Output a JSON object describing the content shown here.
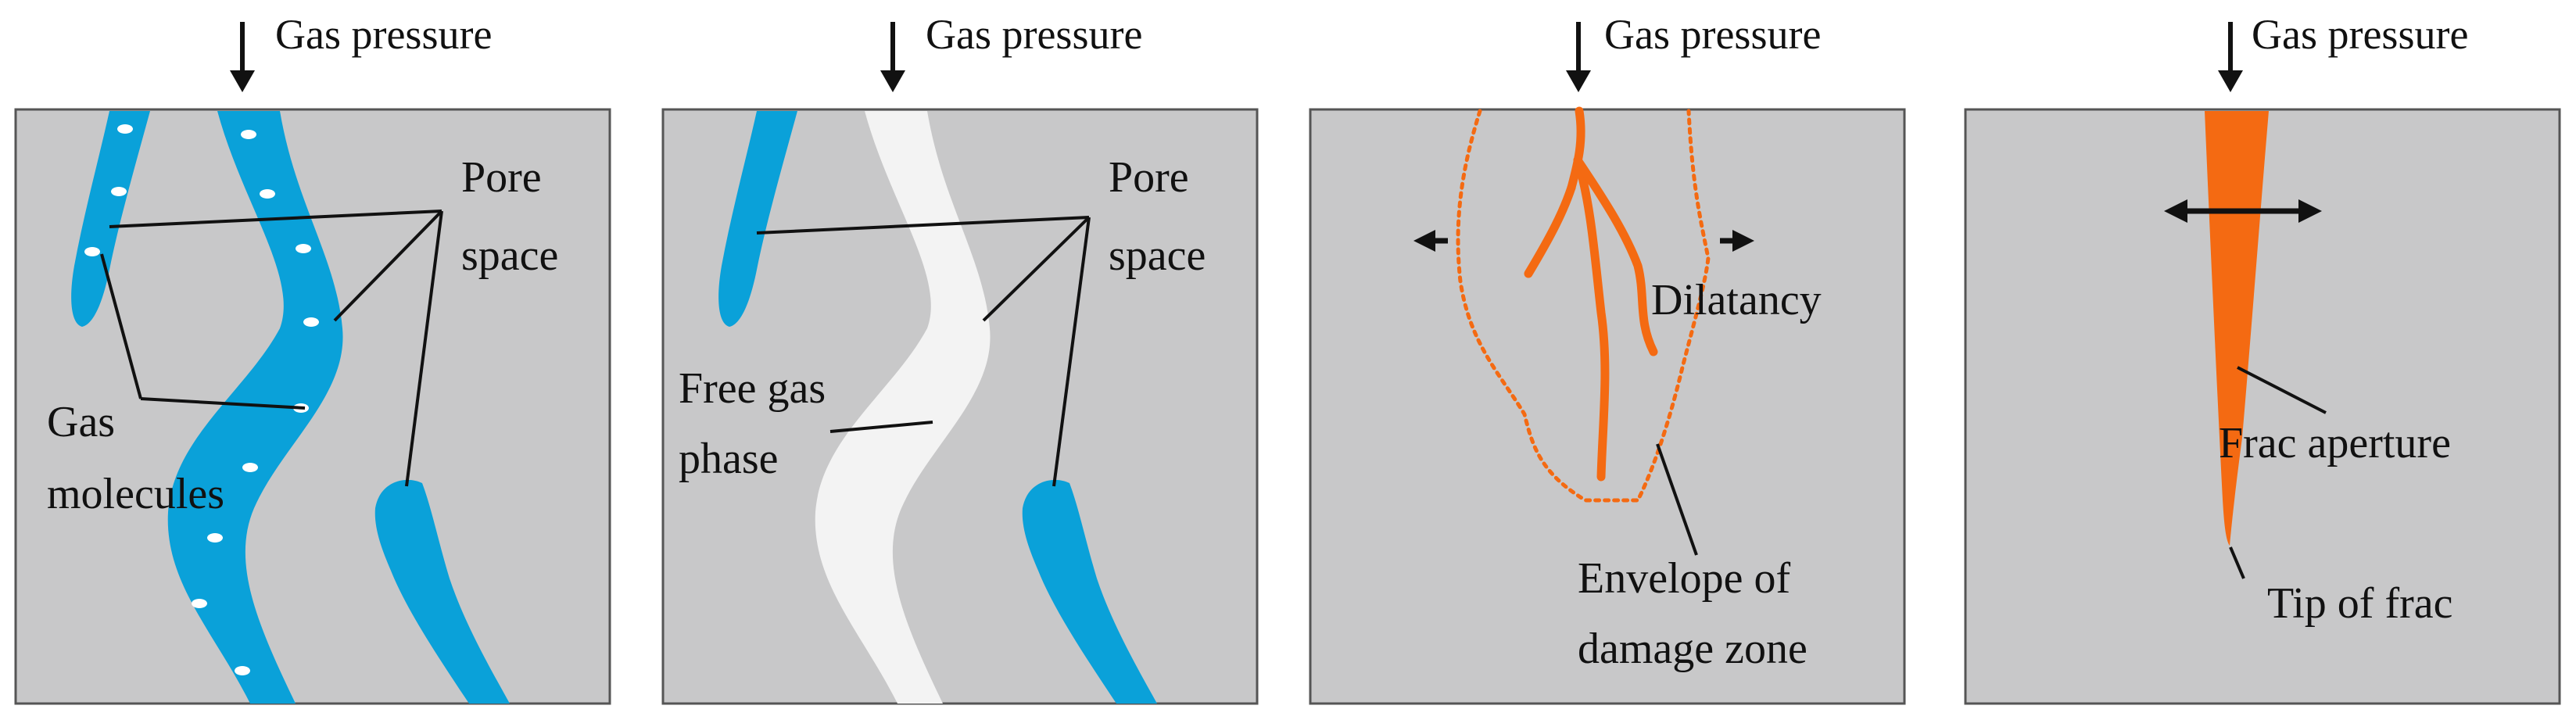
{
  "colors": {
    "panel_fill": "#c8c8c9",
    "panel_border": "#555555",
    "pore_blue": "#0aa1d9",
    "free_gas": "#f3f3f3",
    "fracture_orange": "#f46a12",
    "ink": "#111111"
  },
  "icons": {
    "pressure_arrow": "down-arrow-icon",
    "dilation_arrow": "double-headed-arrow-icon"
  },
  "panels": [
    {
      "pressure_label": "Gas pressure",
      "labels": {
        "pore_line1": "Pore",
        "pore_line2": "space",
        "molecules_line1": "Gas",
        "molecules_line2": "molecules"
      }
    },
    {
      "pressure_label": "Gas pressure",
      "labels": {
        "pore_line1": "Pore",
        "pore_line2": "space",
        "free_gas_line1": "Free gas",
        "free_gas_line2": "phase"
      }
    },
    {
      "pressure_label": "Gas pressure",
      "labels": {
        "dilatancy": "Dilatancy",
        "envelope_line1": "Envelope of",
        "envelope_line2": "damage zone"
      }
    },
    {
      "pressure_label": "Gas pressure",
      "labels": {
        "aperture": "Frac aperture",
        "tip": "Tip of frac"
      }
    }
  ]
}
